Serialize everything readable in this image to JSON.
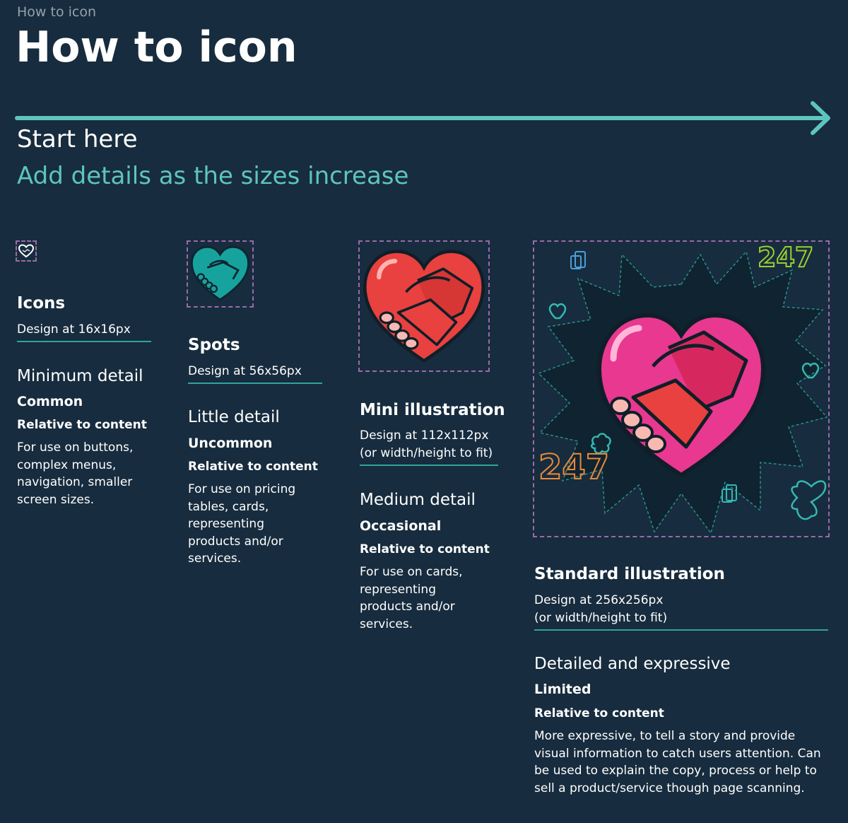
{
  "breadcrumb": "How to icon",
  "title": "How to icon",
  "start_label": "Start here",
  "subtitle": "Add details as the sizes increase",
  "columns": [
    {
      "name": "Icons",
      "size": "Design at 16x16px",
      "size2": "",
      "detail": "Minimum detail",
      "frequency": "Common",
      "relative": "Relative to content",
      "description": "For use on buttons, complex menus, navigation, smaller screen sizes."
    },
    {
      "name": "Spots",
      "size": "Design at 56x56px",
      "size2": "",
      "detail": "Little detail",
      "frequency": "Uncommon",
      "relative": "Relative to content",
      "description": "For use on pricing tables, cards, representing products and/or services."
    },
    {
      "name": "Mini illustration",
      "size": "Design at 112x112px",
      "size2": "(or width/height to fit)",
      "detail": "Medium detail",
      "frequency": "Occasional",
      "relative": "Relative to content",
      "description": "For use on cards, representing products and/or services."
    },
    {
      "name": "Standard illustration",
      "size": "Design at 256x256px",
      "size2": "(or width/height to fit)",
      "detail": "Detailed and expressive",
      "frequency": "Limited",
      "relative": "Relative to content",
      "description": "More expressive, to tell a story and provide visual information to catch users attention. Can be used to explain the copy, process or help to sell a product/service though page scanning."
    }
  ],
  "illustration_text": {
    "badge_247_top": "247",
    "badge_247_bottom": "247"
  },
  "colors": {
    "background": "#172c3e",
    "accent": "#5ec4bf",
    "rule": "#2fa49e",
    "frame": "#9b6aa8",
    "heart_red": "#e8413f",
    "heart_pink": "#e8388f",
    "spot_teal": "#17a39d"
  },
  "icons": [
    "heart-outline-icon",
    "handshake-heart-spot-icon",
    "handshake-heart-mini-illustration",
    "handshake-heart-standard-illustration"
  ]
}
